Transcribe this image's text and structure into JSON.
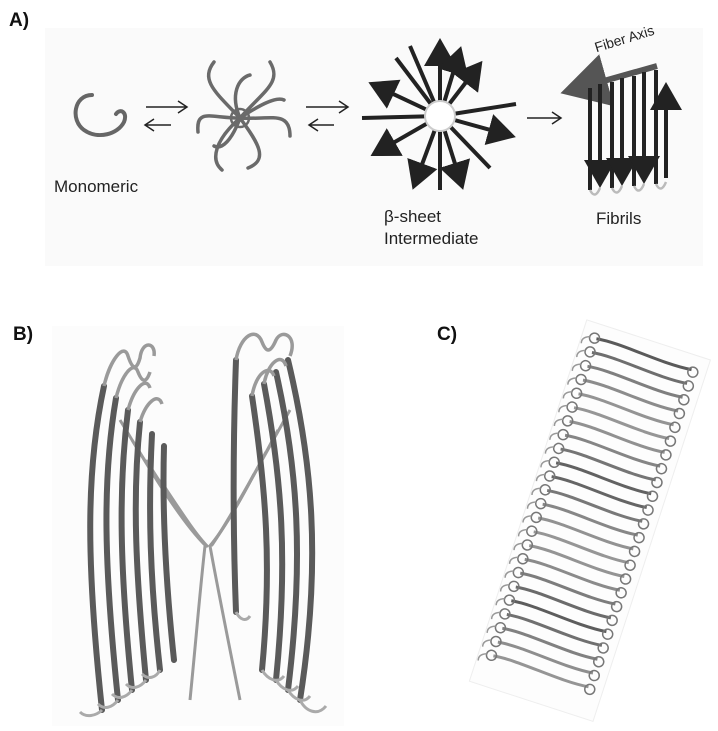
{
  "panels": {
    "a": {
      "label": "A)"
    },
    "b": {
      "label": "B)"
    },
    "c": {
      "label": "C)"
    }
  },
  "stages": {
    "monomeric": "Monomeric",
    "intermediate_line1": "β-sheet",
    "intermediate_line2": "Intermediate",
    "fibrils": "Fibrils"
  },
  "fiber_axis_label": "Fiber Axis",
  "colors": {
    "ink": "#222222",
    "strand": "#555555",
    "ribbon": "#6e6e6e",
    "loop": "#bdbdbd"
  }
}
